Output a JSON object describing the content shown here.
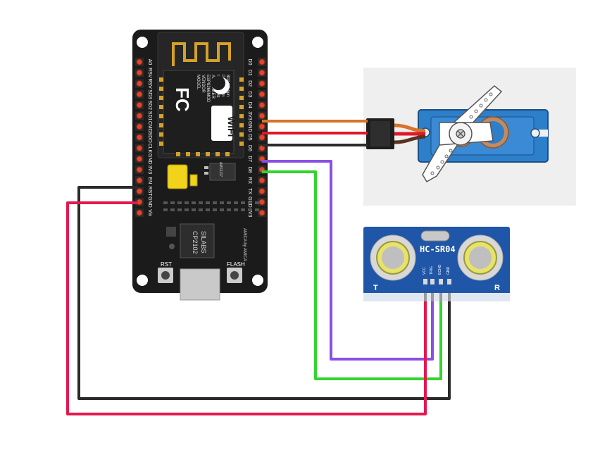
{
  "colors": {
    "board": "#1b1b1b",
    "pcb_blue": "#1f56a8",
    "servo_blue": "#2e7fc9",
    "wire_orange": "#d8742a",
    "wire_red": "#e0182a",
    "wire_pink": "#e4184f",
    "wire_black": "#2b2b2b",
    "wire_purple": "#8a4fe6",
    "wire_green": "#32d42e",
    "antenna": "#d4a12a",
    "servo_bg": "#efefef"
  },
  "nodemcu": {
    "left_pins": [
      "A0",
      "RSV",
      "RSV",
      "SD3",
      "SD2",
      "SD1",
      "CMD",
      "SDO",
      "CLK",
      "GND",
      "3V3",
      "EN",
      "RST",
      "GND",
      "Vin"
    ],
    "right_pins": [
      "D0",
      "D1",
      "D2",
      "D3",
      "D4",
      "3V3",
      "GND",
      "D5",
      "D6",
      "D7",
      "D8",
      "RX",
      "TX",
      "GND",
      "3V3"
    ],
    "module_text": [
      "MODEL",
      "VENDOR",
      "ESP8266MOD",
      "AI-THINKER",
      "ISM 2.4GHz",
      "PA +25dBm",
      "802.11b/g/n"
    ],
    "fc_label": "FC",
    "wifi_label": "WiFi",
    "chip_label": [
      "SILABS",
      "CP2102"
    ],
    "regulator_label": "AMS1117",
    "amica_label": "AMICA by AMICA",
    "rst_label": "RST",
    "flash_label": "FLASH"
  },
  "sensor": {
    "name": "HC-SR04",
    "pins": [
      "VCC",
      "TRIG",
      "ECHO",
      "GND"
    ],
    "t_label": "T",
    "r_label": "R"
  }
}
